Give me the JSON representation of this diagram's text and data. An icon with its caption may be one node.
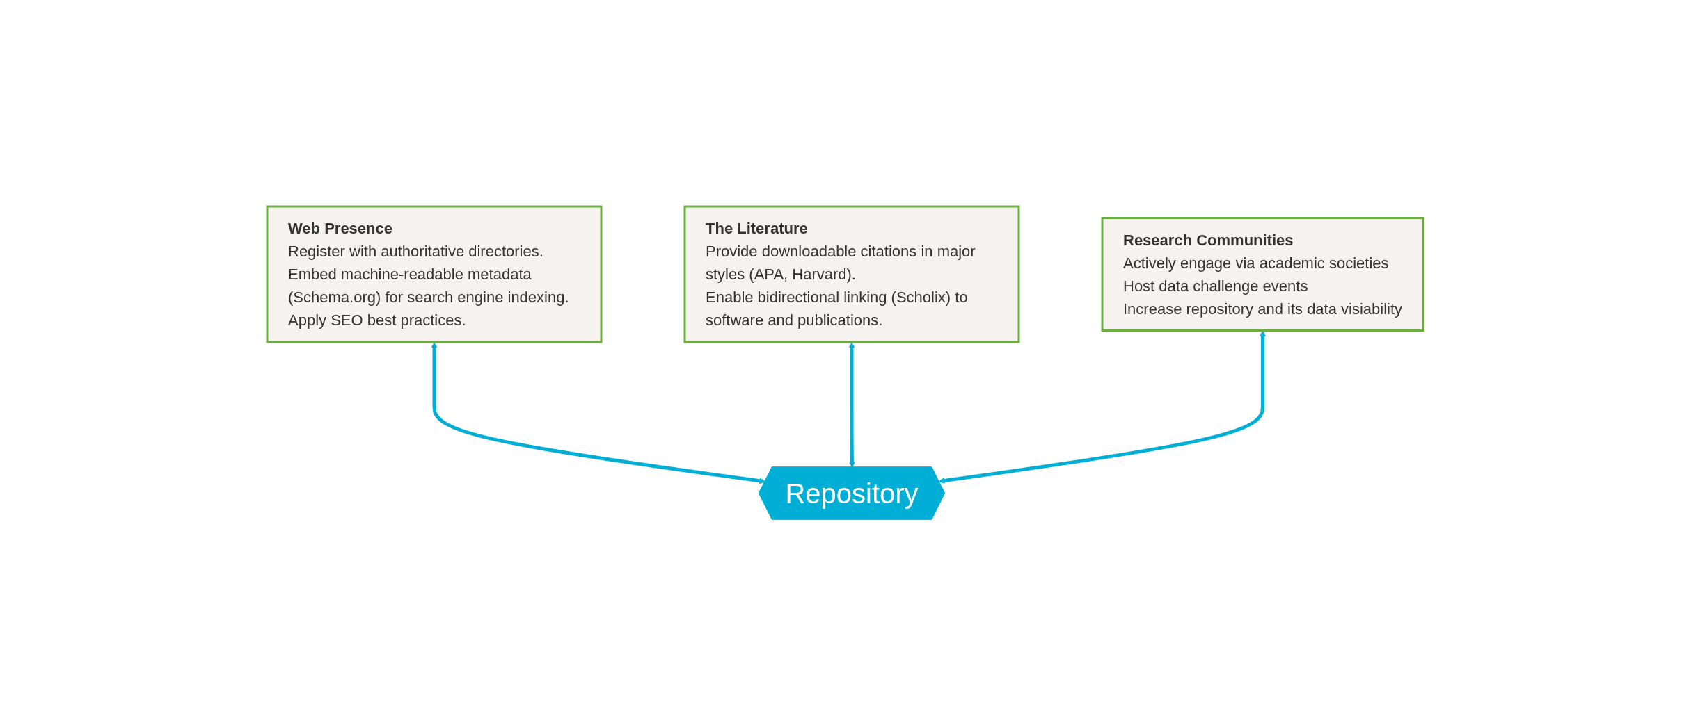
{
  "diagram": {
    "nodes": [
      {
        "text": [
          "Web Presence",
          "Register with authoritative directories.",
          "Embed machine-readable metadata (Schema.org) for search engine indexing.",
          "Apply SEO best practices."
        ]
      },
      {
        "text": [
          "The Literature",
          "Provide downloadable citations in major styles (APA, Harvard).",
          "Enable bidirectional linking (Scholix) to software and publications."
        ]
      },
      {
        "text": [
          "Research Communities",
          "Actively engage via academic societies",
          "Host data challenge events",
          "Increase repository and its data visiability"
        ]
      },
      {
        "text": [
          "Repository"
        ]
      }
    ],
    "edges": [
      {
        "from": 0,
        "to": 3,
        "arrow": "both"
      },
      {
        "from": 1,
        "to": 3,
        "arrow": "both"
      },
      {
        "from": 2,
        "to": 3,
        "arrow": "both"
      }
    ]
  }
}
